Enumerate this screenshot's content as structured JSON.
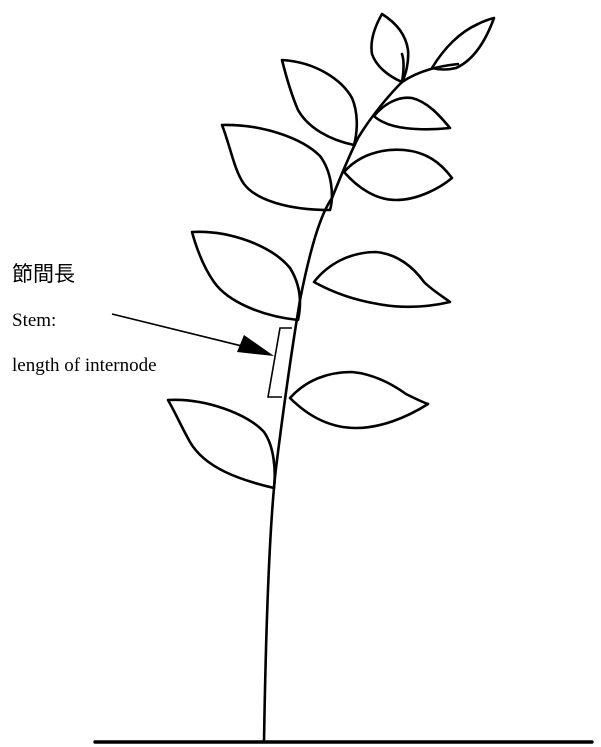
{
  "labels": {
    "japanese": "節間長",
    "stem": "Stem:",
    "length_of_internode": "length of internode"
  },
  "colors": {
    "ink": "#000000",
    "background": "#ffffff"
  }
}
